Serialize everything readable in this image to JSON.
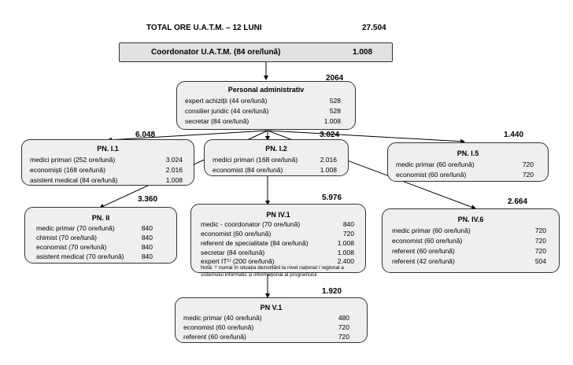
{
  "header": {
    "label": "TOTAL ORE U.A.T.M. – 12 LUNI",
    "value": "27.504"
  },
  "coordinator": {
    "label": "Coordonator U.A.T.M. (84 ore/lună)",
    "value": "1.008"
  },
  "admin": {
    "total": "2064",
    "title": "Personal administrativ",
    "rows": [
      {
        "label": "expert achiziții (44 ore/lună)",
        "value": "528"
      },
      {
        "label": "consilier juridic (44 ore/lună)",
        "value": "528"
      },
      {
        "label": "secretar (84 ore/lună)",
        "value": "1.008"
      }
    ]
  },
  "pn_i1": {
    "total": "6.048",
    "title": "PN. I.1",
    "rows": [
      {
        "label": "medici primari (252 ore/lună)",
        "value": "3.024"
      },
      {
        "label": "economiști (168 ore/lună)",
        "value": "2.016"
      },
      {
        "label": "asistent medical (84 ore/lună)",
        "value": "1.008"
      }
    ]
  },
  "pn_i2": {
    "total": "3.024",
    "title": "PN. I.2",
    "rows": [
      {
        "label": "medici primari (168 ore/lună)",
        "value": "2.016"
      },
      {
        "label": "economist (84 ore/lună)",
        "value": "1.008"
      }
    ]
  },
  "pn_i5": {
    "total": "1.440",
    "title": "PN. I.5",
    "rows": [
      {
        "label": "medic primar (60 ore/lună)",
        "value": "720"
      },
      {
        "label": "economist (60 ore/lună)",
        "value": "720"
      }
    ]
  },
  "pn_ii": {
    "total": "3.360",
    "title": "PN. II",
    "rows": [
      {
        "label": "medic primar (70 ore/lună)",
        "value": "840"
      },
      {
        "label": "chimist (70 ore/lună)",
        "value": "840"
      },
      {
        "label": "economist (70 ore/lună)",
        "value": "840"
      },
      {
        "label": "asistent medical (70 ore/lună)",
        "value": "840"
      }
    ]
  },
  "pn_iv1": {
    "total": "5.976",
    "title": "PN IV.1",
    "rows": [
      {
        "label": "medic - coordonator (70 ore/lună)",
        "value": "840"
      },
      {
        "label": "economist (60 ore/lună)",
        "value": "720"
      },
      {
        "label": "referent de specialitate (84 ore/lună)",
        "value": "1.008"
      },
      {
        "label": "secretar (84 ore/lună)",
        "value": "1.008"
      },
      {
        "label": "expert IT¹⁾ (200 ore/lună)",
        "value": "2.400"
      }
    ],
    "note": "Notă: ¹⁾ numai în situația dezvoltării la nivel național / regional a sistemului informatic și informațional al programului"
  },
  "pn_iv6": {
    "total": "2.664",
    "title": "PN. IV.6",
    "rows": [
      {
        "label": "medic primar (60 ore/lună)",
        "value": "720"
      },
      {
        "label": "economist (60 ore/lună)",
        "value": "720"
      },
      {
        "label": "referent (60 ore/lună)",
        "value": "720"
      },
      {
        "label": "referent (42 ore/lună)",
        "value": "504"
      }
    ]
  },
  "pn_v1": {
    "total": "1.920",
    "title": "PN V.1",
    "rows": [
      {
        "label": "medic primar (40 ore/lună)",
        "value": "480"
      },
      {
        "label": " economist (60 ore/lună)",
        "value": "720"
      },
      {
        "label": "referent (60 ore/lună)",
        "value": "720"
      }
    ]
  }
}
